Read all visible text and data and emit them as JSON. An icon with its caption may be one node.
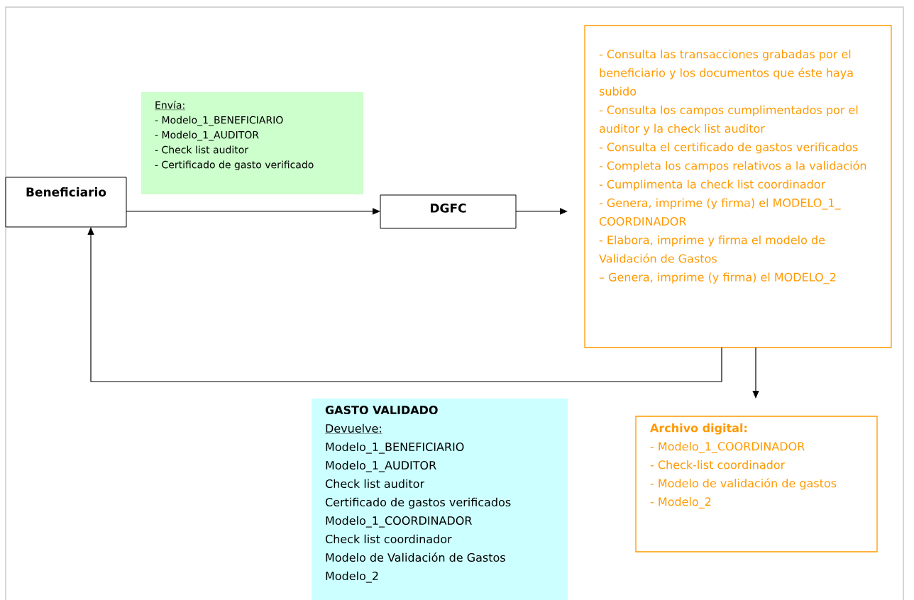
{
  "diagram": {
    "nodes": [
      {
        "text": [
          "Beneficiario"
        ]
      },
      {
        "text": [
          "Envía:",
          "- Modelo_1_BENEFICIARIO",
          "- Modelo_1_AUDITOR",
          "- Check list auditor",
          "- Certificado de gasto verificado"
        ]
      },
      {
        "text": [
          "DGFC"
        ]
      },
      {
        "text": [
          "- Consulta las transacciones grabadas por el beneficiario y los documentos que éste haya subido",
          "- Consulta los campos cumplimentados por el auditor y la check list auditor",
          "- Consulta el certificado de gastos verificados",
          "- Completa los campos relativos a la validación",
          "- Cumplimenta la check list coordinador",
          "- Genera, imprime (y firma) el MODELO_1_ COORDINADOR",
          "- Elabora, imprime y firma el modelo de Validación de Gastos",
          "– Genera, imprime (y firma) el MODELO_2"
        ]
      },
      {
        "text": [
          "Archivo digital:",
          "- Modelo_1_COORDINADOR",
          "- Check-list coordinador",
          "- Modelo de validación de gastos",
          "- Modelo_2"
        ]
      },
      {
        "text": [
          "GASTO VALIDADO",
          "Devuelve:",
          "Modelo_1_BENEFICIARIO",
          "Modelo_1_AUDITOR",
          "Check list auditor",
          "Certificado de gastos verificados",
          "Modelo_1_COORDINADOR",
          "Check list coordinador",
          "Modelo de Validación de Gastos",
          "Modelo_2"
        ]
      }
    ],
    "edges": [
      {
        "from": 0,
        "to": 2,
        "arrow": "to"
      },
      {
        "from": 2,
        "to": 3,
        "arrow": "to"
      },
      {
        "from": 3,
        "to": 0,
        "arrow": "to"
      },
      {
        "from": 3,
        "to": 4,
        "arrow": "to"
      }
    ]
  }
}
